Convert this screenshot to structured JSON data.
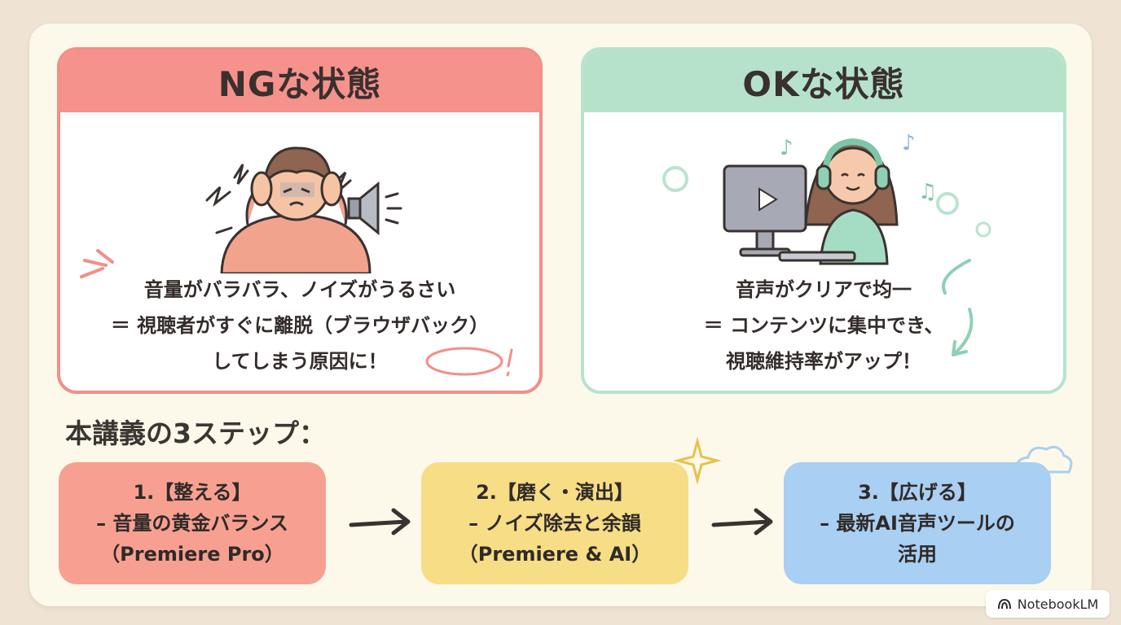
{
  "ng_panel": {
    "title": "NGな状態",
    "lines": [
      "音量がバラバラ、ノイズがうるさい",
      "＝ 視聴者がすぐに離脱（ブラウザバック）",
      "してしまう原因に！"
    ]
  },
  "ok_panel": {
    "title": "OKな状態",
    "lines": [
      "音声がクリアで均一",
      "＝ コンテンツに集中でき、",
      "視聴維持率がアップ！"
    ]
  },
  "steps": {
    "title": "本講義の3ステップ：",
    "items": [
      {
        "lines": [
          "1.【整える】",
          "– 音量の黄金バランス",
          "（Premiere Pro）"
        ]
      },
      {
        "lines": [
          "2.【磨く・演出】",
          "– ノイズ除去と余韻",
          "（Premiere & AI）"
        ]
      },
      {
        "lines": [
          "3.【広げる】",
          "– 最新AI音声ツールの",
          "活用"
        ]
      }
    ]
  },
  "badge": {
    "label": "NotebookLM",
    "icon": "notebooklm-logo-icon"
  },
  "colors": {
    "background": "#efe3d3",
    "sheet": "#fcf8ea",
    "ng_accent": "#f5928b",
    "ok_accent": "#b6e2cc",
    "step1": "#f7a091",
    "step2": "#f6dd86",
    "step3": "#a9cff2"
  }
}
